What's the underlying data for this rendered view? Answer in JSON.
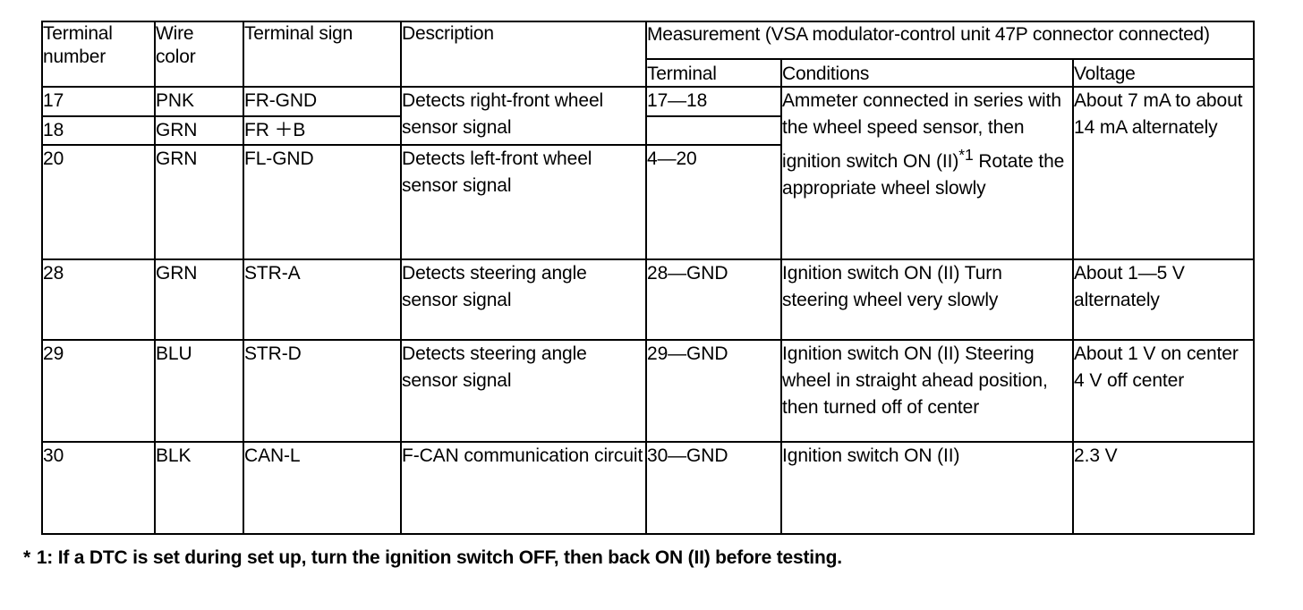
{
  "table": {
    "headers": {
      "terminal_number": "Terminal\nnumber",
      "terminal_number_l1": "Terminal",
      "terminal_number_l2": "number",
      "wire_color_l1": "Wire",
      "wire_color_l2": "color",
      "terminal_sign": "Terminal sign",
      "description": "Description",
      "measurement": "Measurement (VSA modulator-control unit 47P connector connected)",
      "sub_terminal": "Terminal",
      "sub_conditions": "Conditions",
      "sub_voltage": "Voltage"
    },
    "rows": [
      {
        "terminal_number": "17",
        "wire_color": "PNK",
        "terminal_sign": "FR-GND",
        "description": "Detects right-front wheel sensor signal",
        "meas_terminal": "17—18"
      },
      {
        "terminal_number": "18",
        "wire_color": "GRN",
        "terminal_sign": "FR ＋B",
        "description": "",
        "meas_terminal": ""
      },
      {
        "terminal_number": "20",
        "wire_color": "GRN",
        "terminal_sign": "FL-GND",
        "description": "Detects left-front wheel sensor signal",
        "meas_terminal": "4—20"
      },
      {
        "terminal_number": "28",
        "wire_color": "GRN",
        "terminal_sign": "STR-A",
        "description": "Detects steering angle sensor signal",
        "meas_terminal": "28—GND",
        "conditions": "Ignition switch ON (II) Turn steering wheel very slowly",
        "voltage": "About 1—5 V alternately"
      },
      {
        "terminal_number": "29",
        "wire_color": "BLU",
        "terminal_sign": "STR-D",
        "description": "Detects steering angle sensor signal",
        "meas_terminal": "29—GND",
        "conditions": "Ignition switch ON (II) Steering wheel in straight ahead position, then turned off of center",
        "voltage": "About 1 V on center 4 V off center"
      },
      {
        "terminal_number": "30",
        "wire_color": "BLK",
        "terminal_sign": "CAN-L",
        "description": "F-CAN communication circuit",
        "meas_terminal": "30—GND",
        "conditions": "Ignition switch ON (II)",
        "voltage": "2.3 V"
      }
    ],
    "merged": {
      "wheel_conditions": "Ammeter connected in series with the wheel speed sensor, then ignition switch ON (II)",
      "wheel_conditions_footnote_marker": "*1",
      "wheel_conditions_tail": "Rotate the appropriate wheel slowly",
      "wheel_voltage": "About 7 mA to about 14 mA alternately"
    }
  },
  "footnote": {
    "marker": "*",
    "number": "1:",
    "text": "If a DTC is set during set up, turn the ignition switch OFF, then back ON (II) before testing."
  },
  "colors": {
    "border": "#000000",
    "text": "#000000",
    "background": "#ffffff"
  }
}
